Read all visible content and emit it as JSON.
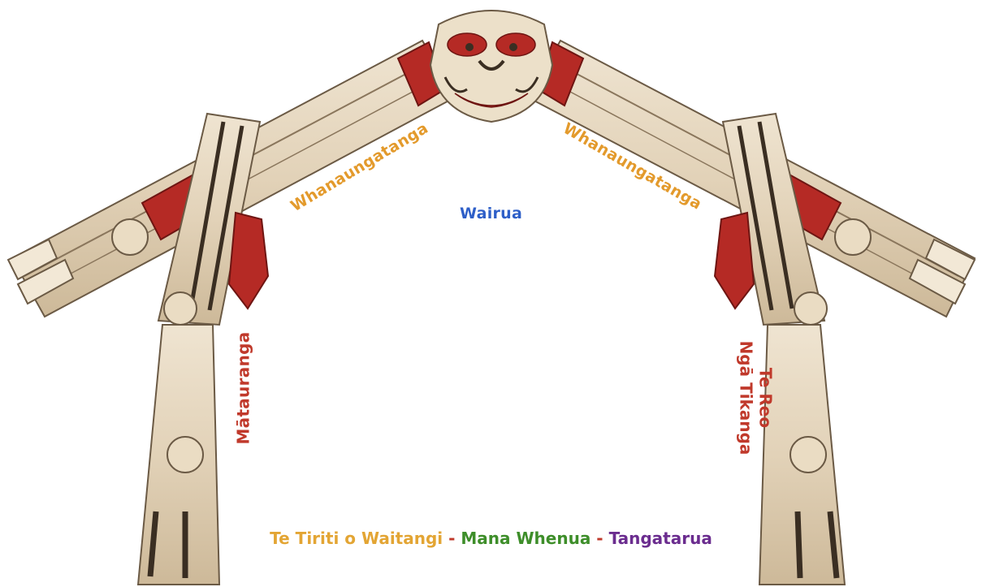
{
  "labels": {
    "wairua": "Wairua",
    "whanaungatanga_left": "Whanaungatanga",
    "whanaungatanga_right": "Whanaungatanga",
    "matauranga": "Mātauranga",
    "te_reo": "Te Reo",
    "nga_tikanga": "Ngā Tikanga"
  },
  "footer": {
    "part1": "Te Tiriti o Waitangi",
    "sep1": " - ",
    "part2": "Mana Whenua",
    "sep2": " - ",
    "part3": "Tangatarua"
  },
  "colors": {
    "wairua": "#2e5fc8",
    "whanaungatanga": "#e39a2c",
    "matauranga": "#c0392b",
    "te_reo": "#c0392b",
    "te_tiriti": "#e3a534",
    "mana_whenua": "#3e8e2a",
    "tangatarua": "#6b2d8f",
    "wood": "#e4d6bf",
    "wood_dark": "#5a4a38",
    "red_carving": "#b52a25"
  }
}
